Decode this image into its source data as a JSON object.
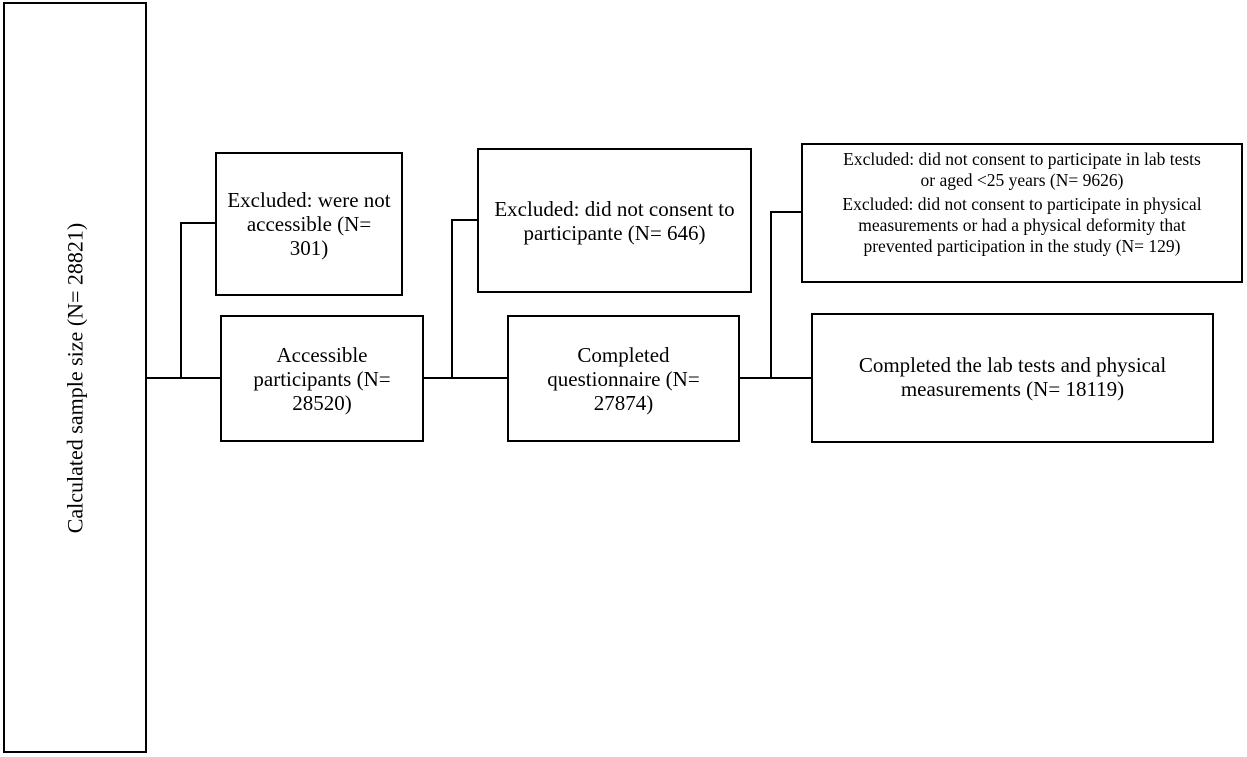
{
  "sample_size": "Calculated sample size (N= 28821)",
  "excluded_not_accessible": "Excluded: were not\naccessible (N=\n301)",
  "accessible_participants": "Accessible\nparticipants (N=\n28520)",
  "excluded_no_consent": "Excluded: did not consent to\nparticipante (N= 646)",
  "completed_questionnaire": "Completed\nquestionnaire (N=\n27874)",
  "excluded_lab_tests": "Excluded: did not consent to participate in lab tests\nor aged <25 years (N= 9626)",
  "excluded_physical": "Excluded: did not consent to participate in physical\nmeasurements or had a physical deformity that\nprevented participation in the study  (N= 129)",
  "completed_lab_tests": "Completed the lab tests and physical\nmeasurements (N= 18119)"
}
